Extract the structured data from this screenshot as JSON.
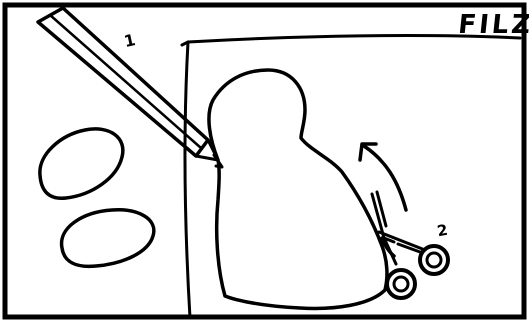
{
  "header": {
    "title": "FILZ"
  },
  "steps": {
    "step1_label": "1",
    "step2_label": "2"
  },
  "colors": {
    "ink": "#000000",
    "paper": "#ffffff"
  },
  "icons": {
    "pencil": "pencil-icon",
    "scissors": "scissors-icon",
    "arrow": "curved-arrow-icon"
  }
}
